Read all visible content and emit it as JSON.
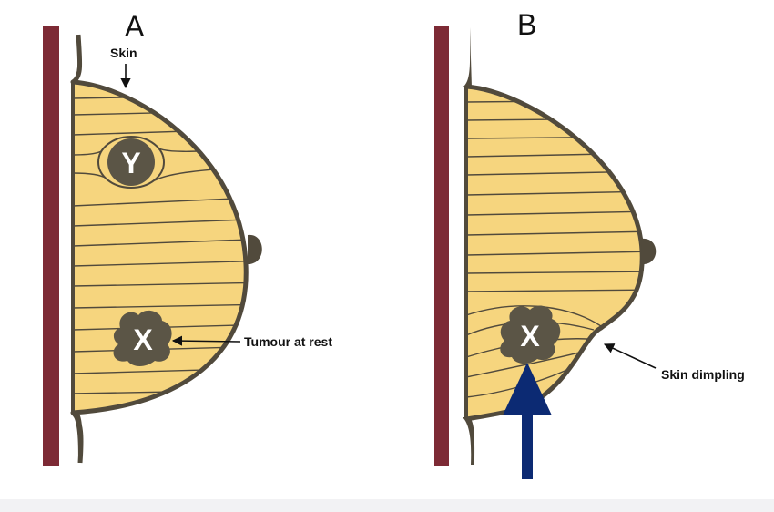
{
  "panels": [
    {
      "letter": "A",
      "skin_label": "Skin",
      "upper_mass_letter": "Y",
      "tumour_letter": "X",
      "tumour_label": "Tumour at rest"
    },
    {
      "letter": "B",
      "tumour_letter": "X",
      "dimpling_label": "Skin dimpling"
    }
  ],
  "colors": {
    "chest_wall": "#7d2a35",
    "tissue_fill": "#f6d57e",
    "outline": "#514a3c",
    "mass": "#5b5546",
    "force_arrow": "#0c2a73",
    "label_arrow": "#111111",
    "footer_bar": "#f2f2f4"
  }
}
